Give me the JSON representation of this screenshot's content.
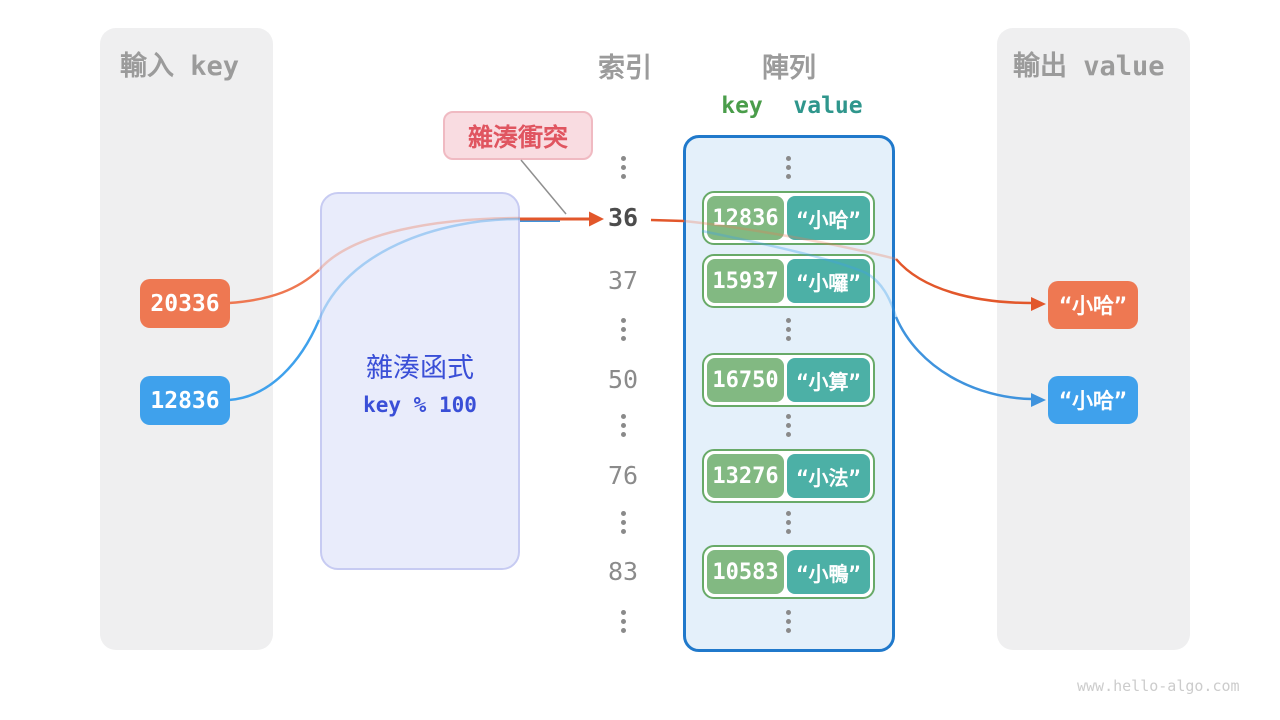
{
  "input_panel": {
    "title": "輸入 key"
  },
  "output_panel": {
    "title": "輸出 value"
  },
  "input_keys": [
    {
      "value": "20336",
      "color": "#ee7852"
    },
    {
      "value": "12836",
      "color": "#3fa1ec"
    }
  ],
  "hash_box": {
    "title": "雜湊函式",
    "formula": "key % 100"
  },
  "collision_label": {
    "text": "雜湊衝突"
  },
  "columns": {
    "index_header": "索引",
    "array_header": "陣列",
    "key_header": "key",
    "value_header": "value"
  },
  "index_column": {
    "highlighted": "36",
    "values": [
      "36",
      "37",
      "50",
      "76",
      "83"
    ]
  },
  "array_rows": [
    {
      "key": "12836",
      "value": "“小哈”"
    },
    {
      "key": "15937",
      "value": "“小囉”"
    },
    {
      "key": "16750",
      "value": "“小算”"
    },
    {
      "key": "13276",
      "value": "“小法”"
    },
    {
      "key": "10583",
      "value": "“小鴨”"
    }
  ],
  "outputs": [
    {
      "value": "“小哈”",
      "color": "#ee7852"
    },
    {
      "value": "“小哈”",
      "color": "#3fa1ec"
    }
  ],
  "watermark": "www.hello-algo.com",
  "colors": {
    "key_chip_orange": "#ee7852",
    "key_chip_blue": "#3fa1ec",
    "array_key_green": "#82b982",
    "array_value_teal": "#4cb0a6",
    "pair_border_green": "#68aa68",
    "array_border_blue": "#2079cb",
    "array_fill": "#e4f0fa",
    "hash_fill": "#e9ecfb",
    "hash_text_blue": "#3a4fd7",
    "collision_bg": "#f9dce1",
    "collision_text": "#e05560",
    "panel_gray": "#efeff0",
    "header_gray": "#9b9b9b",
    "arrow_orange": "#e2572b",
    "arrow_blue": "#3f93dd"
  }
}
